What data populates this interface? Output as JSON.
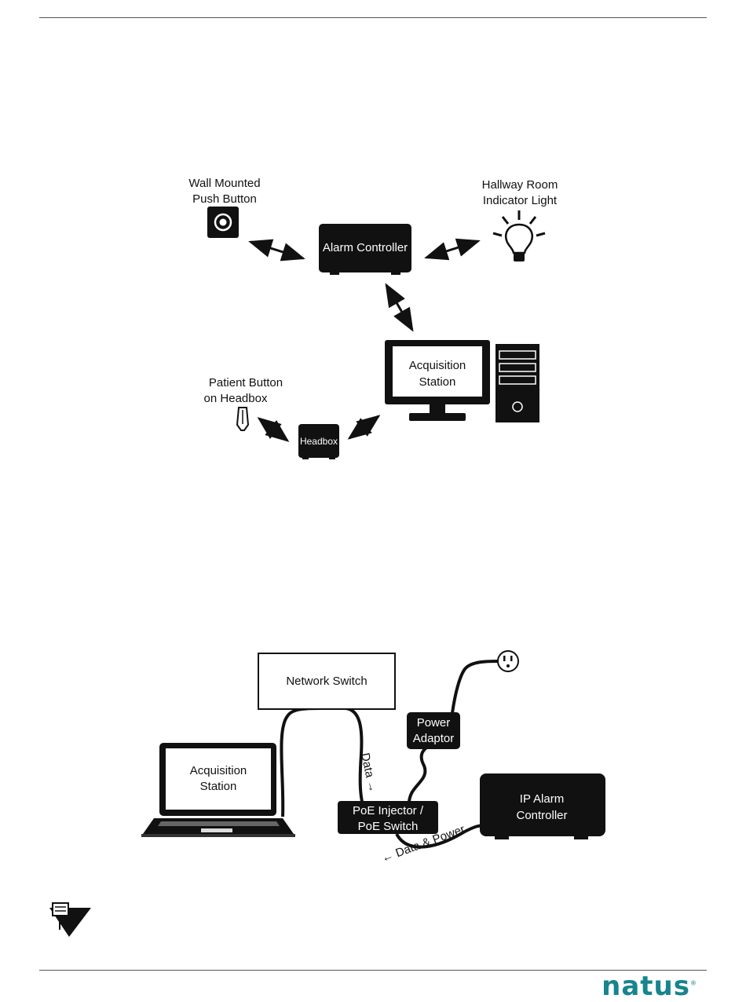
{
  "diagram1": {
    "wall_button_label": [
      "Wall Mounted",
      "Push Button"
    ],
    "hallway_light_label": [
      "Hallway Room",
      "Indicator Light"
    ],
    "alarm_controller": "Alarm Controller",
    "acquisition_station": [
      "Acquisition",
      "Station"
    ],
    "patient_button_label": [
      "Patient Button",
      "on Headbox"
    ],
    "headbox": "Headbox"
  },
  "diagram2": {
    "network_switch": "Network Switch",
    "acquisition_station": [
      "Acquisition",
      "Station"
    ],
    "poe": [
      "PoE Injector /",
      "PoE Switch"
    ],
    "power_adaptor": [
      "Power",
      "Adaptor"
    ],
    "ip_alarm_controller": [
      "IP Alarm",
      "Controller"
    ],
    "data_label": "Data →",
    "data_power_label": "← Data & Power"
  },
  "footer": {
    "logo": "natus",
    "logo_mark": "®"
  }
}
